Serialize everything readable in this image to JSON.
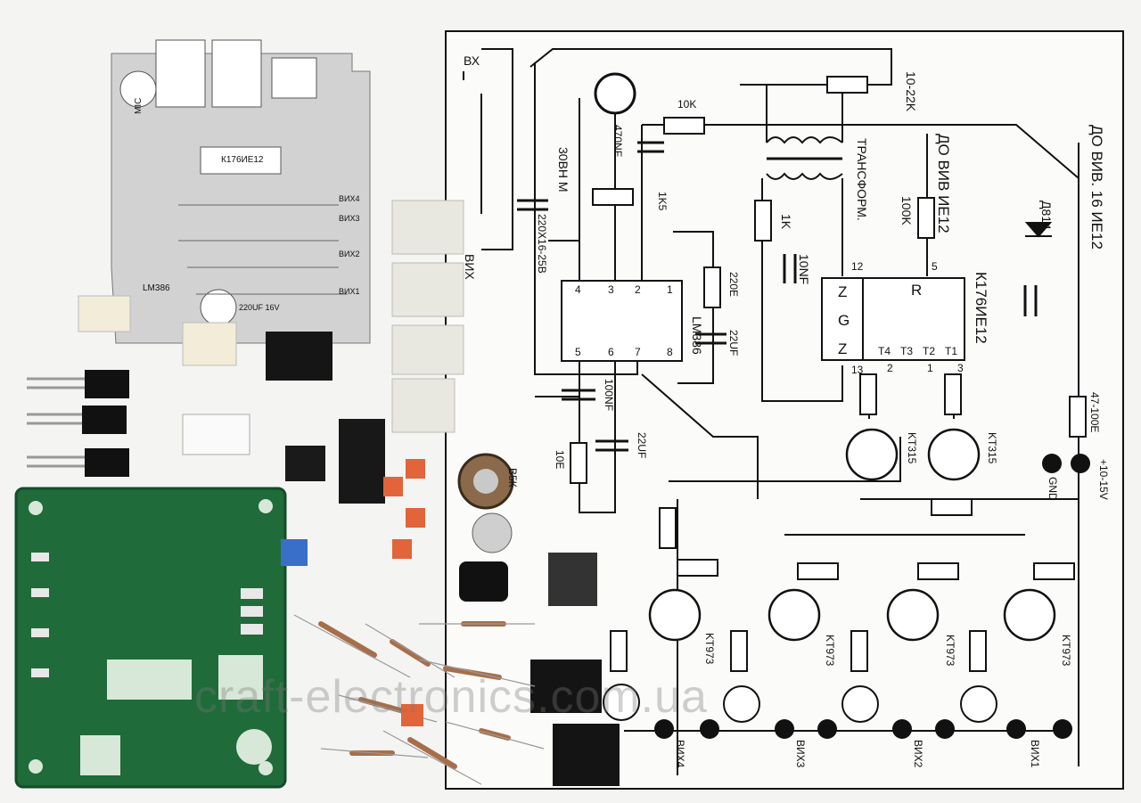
{
  "schematic": {
    "top_right_label": "ДО ВИВ. 16 ИЕ12",
    "mid_label": "ДО ВИВ ИЕ12",
    "transformer": "ТРАНСФОРМ.",
    "ic_counter": "К176ИЕ12",
    "ic_amp": "LM386",
    "pot_top": "10-22K",
    "input": "ВХ",
    "output": "ВИХ",
    "motor_label": "30ВН М",
    "cap_main": "220Х16-25В",
    "r_10k": "10K",
    "c_470nf": "470NF",
    "r_1k5": "1K5",
    "r_220e": "220E",
    "c_22uf": "22UF",
    "c_100nf": "100NF",
    "r_10e": "10E",
    "c_22uf_b": "22UF",
    "r_1k": "1K",
    "c_10nf": "10NF",
    "r_100k": "100K",
    "zener": "Д814",
    "r_47": "47-100E",
    "supply": "+10-15V",
    "gnd": "GND",
    "kt315": "KT315",
    "kt973": "KT973",
    "pot_bottom": "В5К",
    "outputs": [
      "ВИХ4",
      "ВИХ3",
      "ВИХ2",
      "ВИХ1"
    ],
    "pins_ic": [
      "4",
      "3",
      "2",
      "1",
      "5",
      "6",
      "7",
      "8"
    ],
    "pins_counter": [
      "12",
      "5",
      "13",
      "2",
      "1",
      "3"
    ],
    "counter_letters": [
      "R",
      "Z",
      "G",
      "Z",
      "T4",
      "T3",
      "T2",
      "T1"
    ]
  },
  "pcb_labels": {
    "ic": "К176ИЕ12",
    "amp": "LM386",
    "mic": "MIC",
    "vykh": [
      "ВИХ1",
      "ВИХ2",
      "ВИХ3",
      "ВИХ4"
    ],
    "cap": "220UF 16V"
  },
  "watermark": "craft-electronics.com.ua"
}
